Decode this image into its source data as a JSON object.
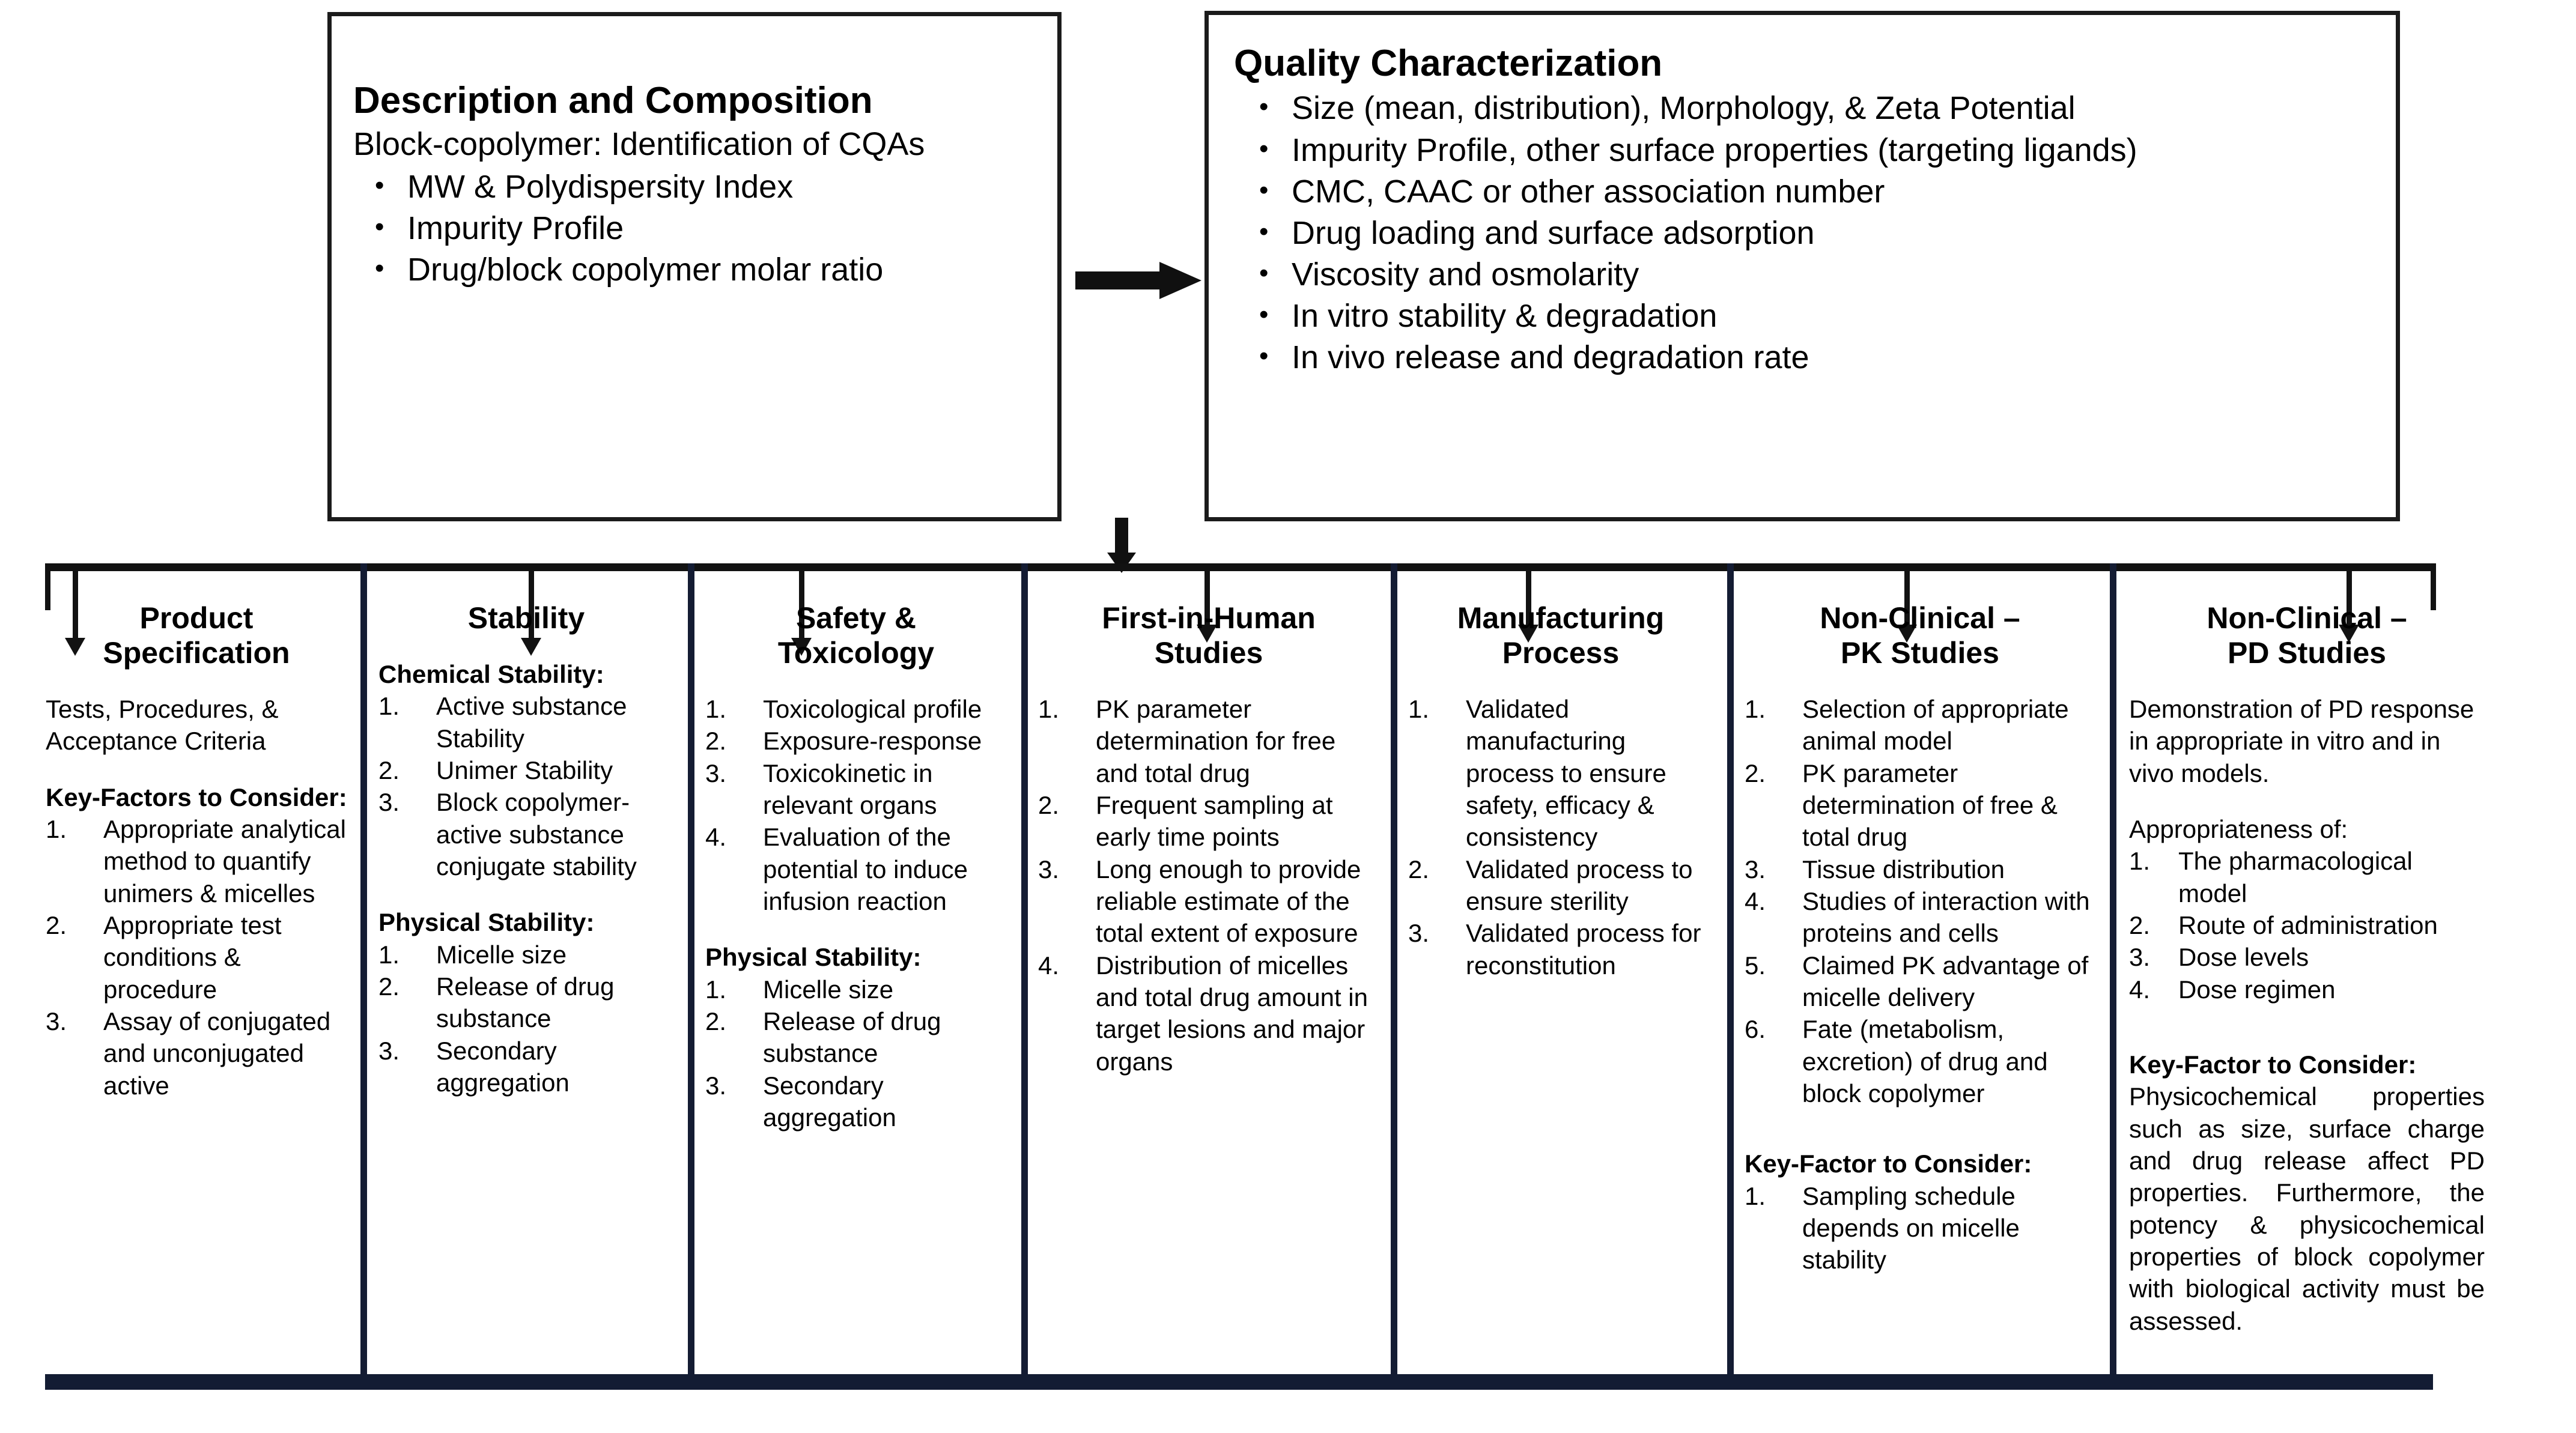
{
  "colors": {
    "box_border": "#1b1b1b",
    "divider": "#141c33",
    "bus_bar": "#121212",
    "bottom_bar": "#131c33",
    "text": "#000000"
  },
  "top_boxes": [
    {
      "id": "description-composition",
      "title": "Description and Composition",
      "subtitle": "Block-copolymer: Identification of CQAs",
      "bullets": [
        "MW & Polydispersity Index",
        "Impurity Profile",
        "Drug/block copolymer molar ratio"
      ]
    },
    {
      "id": "quality-characterization",
      "title": "Quality Characterization",
      "subtitle": "",
      "bullets": [
        "Size (mean, distribution), Morphology, & Zeta Potential",
        "Impurity Profile, other surface properties (targeting ligands)",
        "CMC, CAAC or other association number",
        "Drug loading and surface adsorption",
        "Viscosity and osmolarity",
        "In vitro stability & degradation",
        "In vivo release and degradation rate"
      ]
    }
  ],
  "connectors": {
    "right_arrow": "arrow-right",
    "down_arrow": "arrow-down",
    "branch_count": 7
  },
  "columns": [
    {
      "id": "product-specification",
      "title": "Product\nSpecification",
      "title_line1": "Product",
      "title_line2": "Specification",
      "intro": "Tests, Procedures, & Acceptance Criteria",
      "section_heading": "Key-Factors to Consider:",
      "items": [
        "Appropriate analytical method to quantify unimers & micelles",
        "Appropriate test conditions & procedure",
        "Assay of conjugated and unconjugated active"
      ]
    },
    {
      "id": "stability",
      "title_line1": "Stability",
      "title_line2": "",
      "section1_heading": "Chemical Stability:",
      "section1_items": [
        "Active substance Stability",
        "Unimer Stability",
        "Block copolymer-active substance conjugate stability"
      ],
      "section2_heading": "Physical Stability:",
      "section2_items": [
        "Micelle size",
        "Release of drug substance",
        "Secondary aggregation"
      ]
    },
    {
      "id": "safety-toxicology",
      "title_line1": "Safety &",
      "title_line2": "Toxicology",
      "section1_items": [
        "Toxicological profile",
        "Exposure-response",
        "Toxicokinetic in relevant organs",
        "Evaluation of the potential to induce infusion reaction"
      ],
      "section2_heading": "Physical Stability:",
      "section2_items": [
        "Micelle size",
        "Release of drug substance",
        "Secondary aggregation"
      ]
    },
    {
      "id": "first-in-human-studies",
      "title_line1": "First-in-Human",
      "title_line2": "Studies",
      "items": [
        "PK parameter determination for free and total drug",
        "Frequent sampling at early time points",
        "Long enough to provide reliable estimate of the total extent of exposure",
        "Distribution of micelles and total drug amount in target lesions and major organs"
      ]
    },
    {
      "id": "manufacturing-process",
      "title_line1": "Manufacturing",
      "title_line2": "Process",
      "items": [
        "Validated manufacturing process to ensure safety, efficacy & consistency",
        "Validated process to ensure sterility",
        "Validated process for reconstitution"
      ]
    },
    {
      "id": "non-clinical-pk-studies",
      "title_line1": "Non-Clinical –",
      "title_line2": "PK Studies",
      "items": [
        "Selection of appropriate animal model",
        "PK parameter determination of free & total drug",
        "Tissue distribution",
        "Studies of interaction with proteins and cells",
        "Claimed PK advantage of micelle delivery",
        "Fate (metabolism, excretion) of drug and block copolymer"
      ],
      "key_heading": "Key-Factor to Consider:",
      "key_items": [
        "Sampling schedule depends on micelle stability"
      ]
    },
    {
      "id": "non-clinical-pd-studies",
      "title_line1": "Non-Clinical –",
      "title_line2": "PD Studies",
      "intro": "Demonstration of PD response in appropriate in vitro and in vivo models.",
      "section_heading": "Appropriateness of:",
      "items": [
        "The pharmacological model",
        "Route of administration",
        "Dose levels",
        "Dose regimen"
      ],
      "key_heading": "Key-Factor to Consider:",
      "key_paragraph": "Physicochemical properties such as size, surface charge and drug release affect PD properties. Furthermore, the potency & physicochemical properties of block copolymer with biological activity must be assessed."
    }
  ]
}
